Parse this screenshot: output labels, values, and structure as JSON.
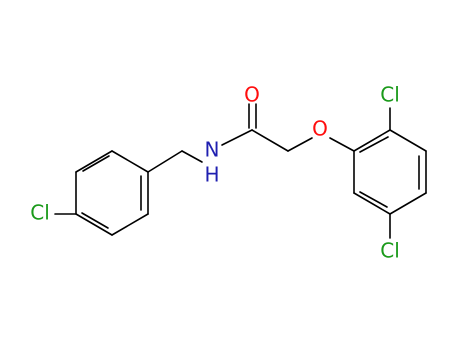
{
  "molecule": {
    "atoms": {
      "cl_left": {
        "label": "Cl",
        "color": "#1a9a1a"
      },
      "n": {
        "label": "N",
        "color": "#1f1fb0"
      },
      "h": {
        "label": "H",
        "color": "#1f1fb0"
      },
      "o_carbonyl": {
        "label": "O",
        "color": "#ff0d0d"
      },
      "o_ether": {
        "label": "O",
        "color": "#ff0d0d"
      },
      "cl_top": {
        "label": "Cl",
        "color": "#1a9a1a"
      },
      "cl_bottom": {
        "label": "Cl",
        "color": "#1a9a1a"
      }
    },
    "bond_color": "#000000",
    "background": "#ffffff"
  }
}
